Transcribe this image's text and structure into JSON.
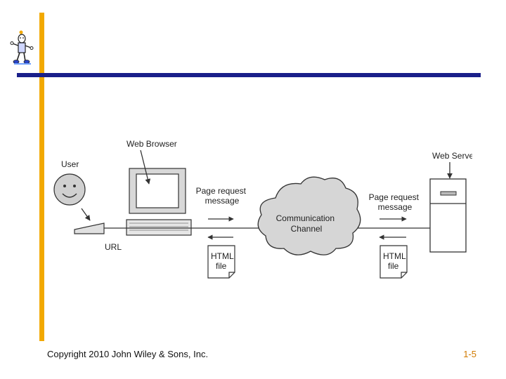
{
  "diagram": {
    "user_label": "User",
    "browser_label": "Web Browser",
    "url_label": "URL",
    "request_left": [
      "Page request",
      "message"
    ],
    "request_right": [
      "Page request",
      "message"
    ],
    "channel": [
      "Communication",
      "Channel"
    ],
    "server_label": "Web Server",
    "html_left": [
      "HTML",
      "file"
    ],
    "html_right": [
      "HTML",
      "file"
    ]
  },
  "footer": {
    "copyright": "Copyright 2010 John Wiley & Sons, Inc.",
    "page_number": "1-5"
  },
  "colors": {
    "accent_bar": "#f2a900",
    "title_rule": "#1a1f8a",
    "page_number": "#d17a00"
  }
}
